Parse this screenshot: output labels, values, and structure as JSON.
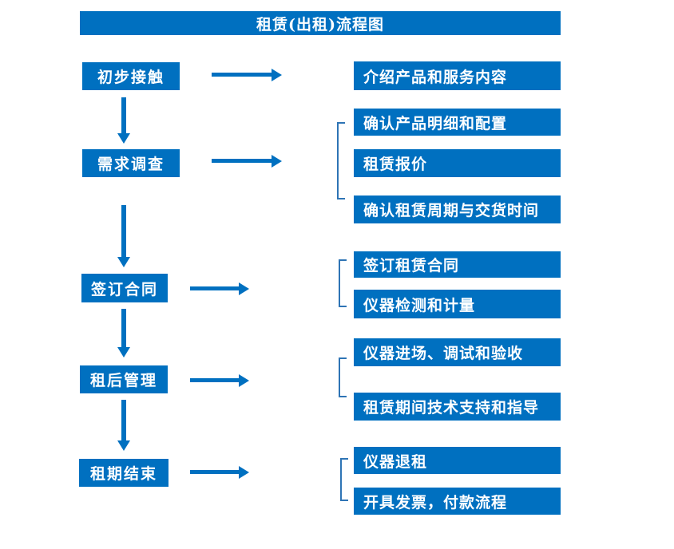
{
  "title": "租赁(出租)流程图",
  "colors": {
    "primary_blue": "#0070C0",
    "bracket_blue": "#2E74B5",
    "text_white": "#FFFFFF"
  },
  "flow": {
    "steps": [
      {
        "label": "初步接触",
        "details": [
          "介绍产品和服务内容"
        ]
      },
      {
        "label": "需求调查",
        "details": [
          "确认产品明细和配置",
          "租赁报价",
          "确认租赁周期与交货时间"
        ]
      },
      {
        "label": "签订合同",
        "details": [
          "签订租赁合同",
          "仪器检测和计量"
        ]
      },
      {
        "label": "租后管理",
        "details": [
          "仪器进场、调试和验收",
          "租赁期间技术支持和指导"
        ]
      },
      {
        "label": "租期结束",
        "details": [
          "仪器退租",
          "开具发票，付款流程"
        ]
      }
    ]
  }
}
